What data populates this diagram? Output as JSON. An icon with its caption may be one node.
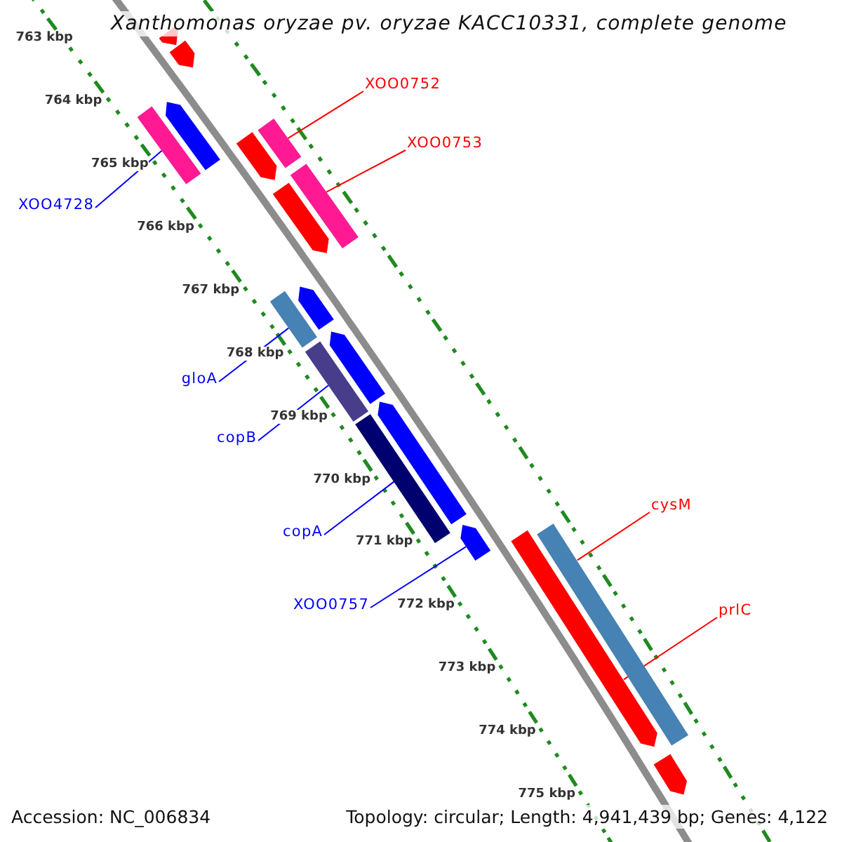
{
  "diagram": {
    "title": "Xanthomonas oryzae pv. oryzae KACC10331, complete genome",
    "nodes": [
      {
        "text": [
          "XOO0752"
        ]
      },
      {
        "text": [
          "XOO0753"
        ]
      },
      {
        "text": [
          "XOO4728"
        ]
      },
      {
        "text": [
          "gloA"
        ]
      },
      {
        "text": [
          "copB"
        ]
      },
      {
        "text": [
          "cysM"
        ]
      },
      {
        "text": [
          "copA"
        ]
      },
      {
        "text": [
          "XOO0757"
        ]
      },
      {
        "text": [
          "prlC"
        ]
      },
      {
        "text": [],
        "shape": "bar"
      },
      {
        "text": [],
        "shape": "bar"
      },
      {
        "text": [],
        "shape": "bar"
      },
      {
        "text": [],
        "shape": "bar"
      },
      {
        "text": [],
        "shape": "bar"
      },
      {
        "text": [],
        "shape": "bar"
      },
      {
        "text": [],
        "shape": "bar"
      },
      {
        "text": [],
        "shape": "arrow"
      },
      {
        "text": [],
        "shape": "arrow"
      },
      {
        "text": [],
        "shape": "arrow"
      },
      {
        "text": [],
        "shape": "arrow"
      },
      {
        "text": [],
        "shape": "arrow"
      },
      {
        "text": [],
        "shape": "arrow"
      },
      {
        "text": [],
        "shape": "arrow"
      },
      {
        "text": [],
        "shape": "arrow"
      },
      {
        "text": [],
        "shape": "arrow"
      },
      {
        "text": [],
        "shape": "arrow"
      },
      {
        "text": [],
        "shape": "arrow"
      }
    ],
    "edges": [
      {
        "from": 0,
        "to": 9,
        "arrow": "none",
        "color": "#ff0000"
      },
      {
        "from": 1,
        "to": 10,
        "arrow": "none",
        "color": "#ff0000"
      },
      {
        "from": 2,
        "to": 11,
        "arrow": "none"
      },
      {
        "from": 3,
        "to": 12,
        "arrow": "none"
      },
      {
        "from": 4,
        "to": 13,
        "arrow": "none"
      },
      {
        "from": 5,
        "to": 14,
        "arrow": "none",
        "color": "#ff0000"
      },
      {
        "from": 6,
        "to": 15,
        "arrow": "none"
      },
      {
        "from": 7,
        "to": 16,
        "arrow": "none"
      },
      {
        "from": 8,
        "to": 17,
        "arrow": "none",
        "color": "#ff0000"
      }
    ],
    "labels": [
      "763 kbp",
      "764 kbp",
      "765 kbp",
      "766 kbp",
      "767 kbp",
      "768 kbp",
      "769 kbp",
      "770 kbp",
      "771 kbp",
      "772 kbp",
      "773 kbp",
      "774 kbp",
      "775 kbp",
      "Accession: NC_006834",
      "Topology: circular; Length: 4,941,439 bp; Genes: 4,122"
    ]
  }
}
